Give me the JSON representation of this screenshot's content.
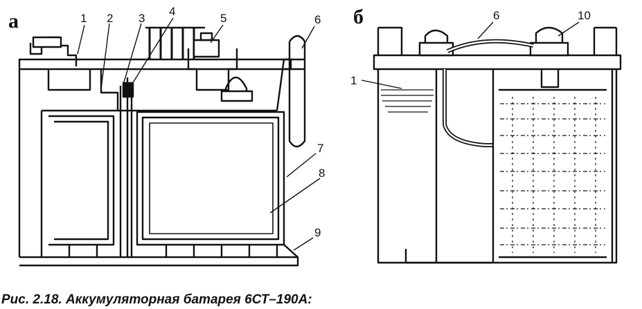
{
  "panels": {
    "a": {
      "label": "а",
      "callouts": [
        "1",
        "2",
        "3",
        "4",
        "5",
        "6",
        "7",
        "8",
        "9"
      ]
    },
    "b": {
      "label": "б",
      "callouts": [
        "6",
        "10",
        "1"
      ]
    }
  },
  "caption": "Рис. 2.18. Аккумуляторная батарея 6СТ–190А:"
}
